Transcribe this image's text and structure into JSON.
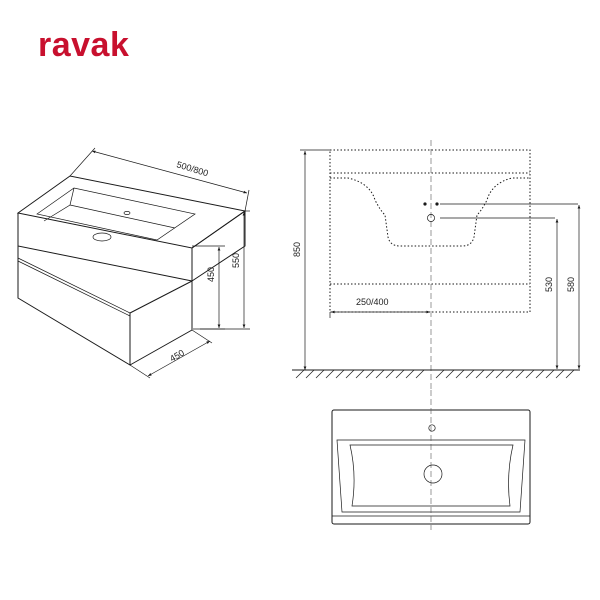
{
  "brand": {
    "name": "ravak",
    "color": "#c8102e"
  },
  "dimensions": {
    "width": "500/800",
    "depth": "450",
    "cabinet_height": "450",
    "total_height": "550",
    "mount_height": "850",
    "drain_offset": "250/400",
    "drain_height_a": "530",
    "drain_height_b": "580"
  }
}
